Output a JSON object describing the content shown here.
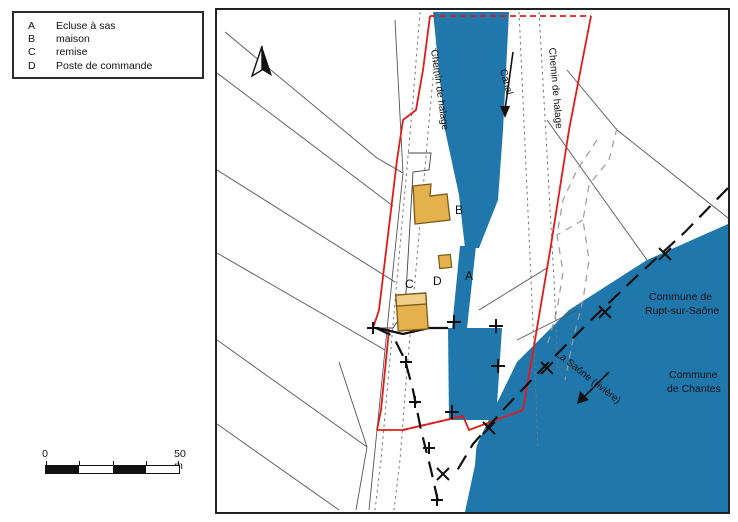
{
  "legend": {
    "title": "",
    "items": [
      {
        "key": "A",
        "label": "Ecluse à sas"
      },
      {
        "key": "B",
        "label": "maison"
      },
      {
        "key": "C",
        "label": "remise"
      },
      {
        "key": "D",
        "label": "Poste de commande"
      }
    ]
  },
  "scalebar": {
    "min_label": "0",
    "max_label": "50 m",
    "segments": 4,
    "unit": "m",
    "length_m": 50
  },
  "map": {
    "north_arrow": "north-arrow",
    "labels": {
      "canal": "Canal",
      "towpath_left": "Chemin de halage",
      "towpath_right": "Chemin de halage",
      "river": "La Saône (rivière)",
      "commune_north": "Commune de\nRupt-sur-Saône",
      "commune_north_line1": "Commune de",
      "commune_north_line2": "Rupt-sur-Saône",
      "commune_south_line1": "Commune",
      "commune_south_line2": "de Chantes"
    },
    "features": [
      {
        "id": "A",
        "name": "Ecluse à sas",
        "type": "lock-chamber"
      },
      {
        "id": "B",
        "name": "maison",
        "type": "building"
      },
      {
        "id": "C",
        "name": "remise",
        "type": "building"
      },
      {
        "id": "D",
        "name": "Poste de commande",
        "type": "building"
      }
    ],
    "colors": {
      "water": "#1f77ab",
      "building_fill": "#e5b14c",
      "building_fill_light": "#f0d089",
      "building_stroke": "#7a5a18",
      "boundary_red": "#e01b1b",
      "parcel_line": "#555555",
      "dashed_gray": "#9a9a9a",
      "frame": "#222222",
      "commune_boundary": "#111111"
    }
  }
}
